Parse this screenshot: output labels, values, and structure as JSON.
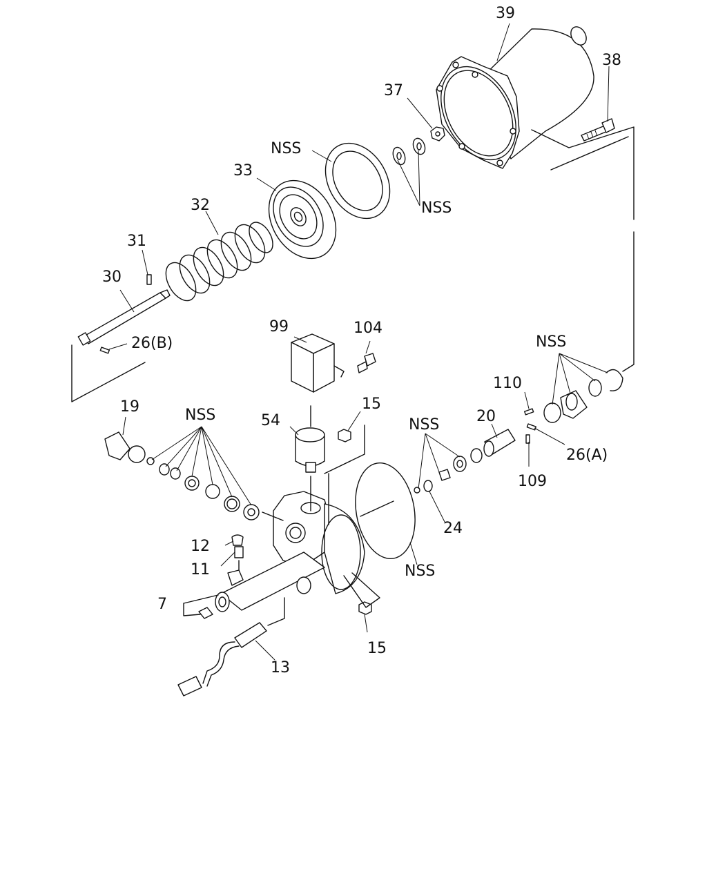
{
  "labels": {
    "p39": "39",
    "p38": "38",
    "p37": "37",
    "nss_seal": "NSS",
    "nss_washers": "NSS",
    "p33": "33",
    "p32": "32",
    "p31": "31",
    "p30": "30",
    "p26b": "26(B)",
    "p99": "99",
    "p104": "104",
    "nss_right": "NSS",
    "p110": "110",
    "p20": "20",
    "p26a": "26(A)",
    "p109": "109",
    "p19": "19",
    "nss_left": "NSS",
    "p54": "54",
    "p15_top": "15",
    "nss_mid": "NSS",
    "p24": "24",
    "nss_gasket": "NSS",
    "p12": "12",
    "p11": "11",
    "p7": "7",
    "p15_bottom": "15",
    "p13": "13"
  }
}
